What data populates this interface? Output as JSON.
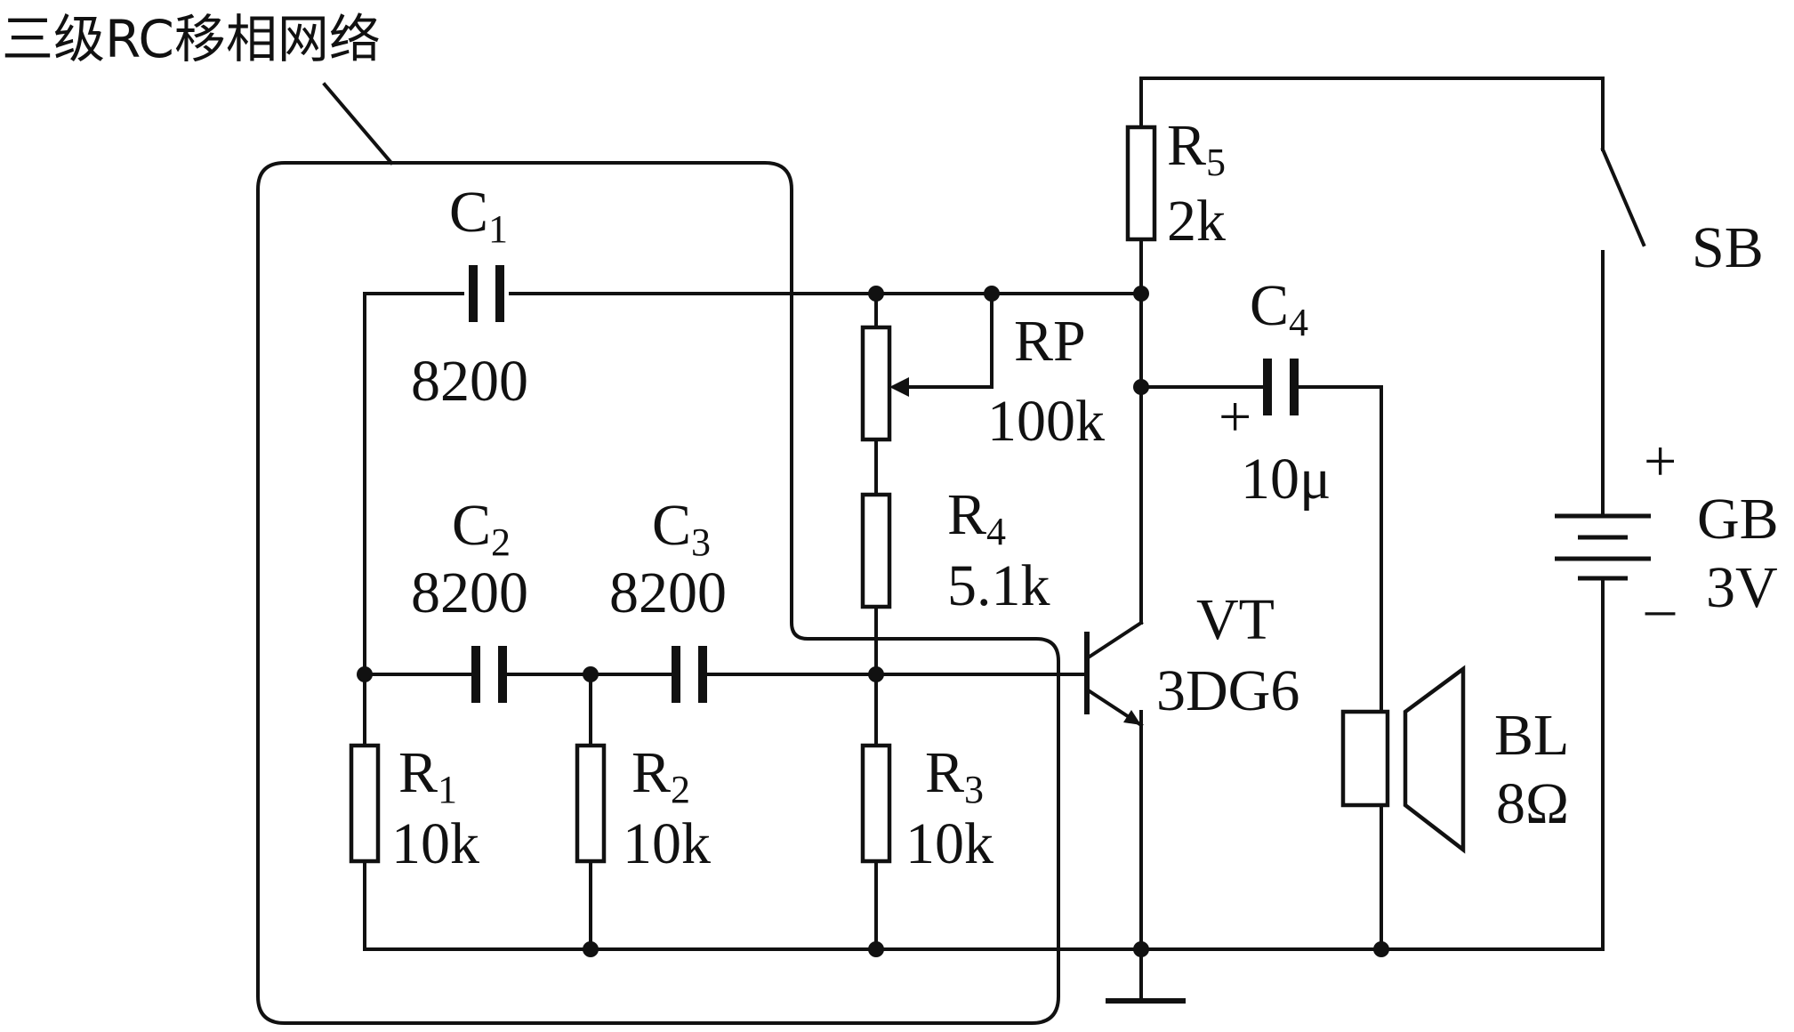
{
  "diagram": {
    "title": "三级RC移相网络",
    "components": {
      "C1": {
        "name": "C",
        "sub": "1",
        "value": "8200"
      },
      "C2": {
        "name": "C",
        "sub": "2",
        "value": "8200"
      },
      "C3": {
        "name": "C",
        "sub": "3",
        "value": "8200"
      },
      "C4": {
        "name": "C",
        "sub": "4",
        "value": "10μ",
        "polarity": "+"
      },
      "R1": {
        "name": "R",
        "sub": "1",
        "value": "10k"
      },
      "R2": {
        "name": "R",
        "sub": "2",
        "value": "10k"
      },
      "R3": {
        "name": "R",
        "sub": "3",
        "value": "10k"
      },
      "R4": {
        "name": "R",
        "sub": "4",
        "value": "5.1k"
      },
      "R5": {
        "name": "R",
        "sub": "5",
        "value": "2k"
      },
      "RP": {
        "name": "RP",
        "value": "100k"
      },
      "VT": {
        "name": "VT",
        "value": "3DG6"
      },
      "SB": {
        "name": "SB"
      },
      "GB": {
        "name": "GB",
        "value": "3V",
        "plus": "+",
        "minus": "–"
      },
      "BL": {
        "name": "BL",
        "value": "8Ω"
      }
    }
  }
}
